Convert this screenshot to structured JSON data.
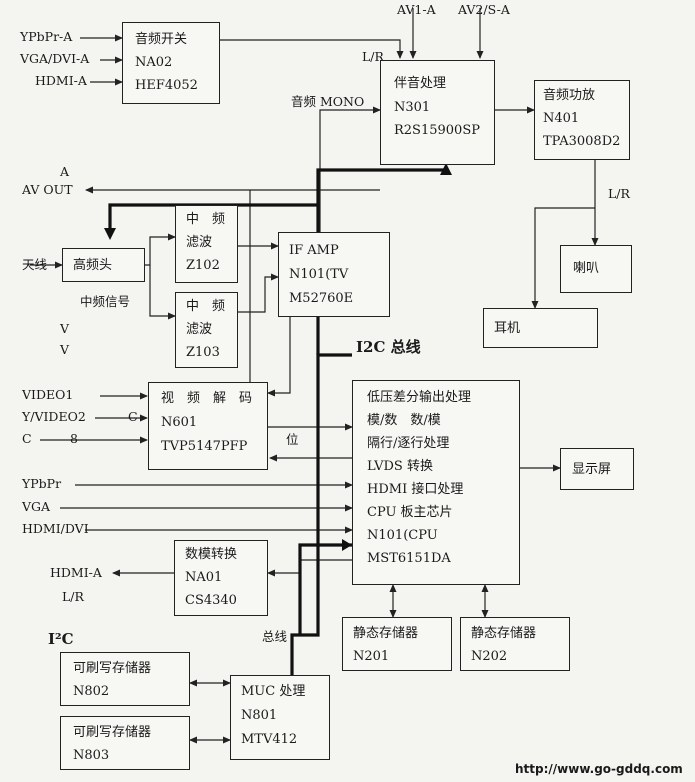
{
  "blocks": {
    "audio_switch": {
      "lines": [
        "音频开关",
        "NA02",
        "HEF4052"
      ]
    },
    "audio_proc": {
      "lines": [
        "伴音处理",
        "N301",
        "R2S15900SP"
      ]
    },
    "audio_amp": {
      "lines": [
        "音频功放",
        "N401",
        "TPA3008D2"
      ]
    },
    "tuner": {
      "lines": [
        "高频头"
      ]
    },
    "filter1": {
      "lines": [
        "中　频",
        "滤波",
        "Z102"
      ]
    },
    "filter2": {
      "lines": [
        "中　频",
        "滤波",
        "Z103"
      ]
    },
    "if_amp": {
      "lines": [
        "IF AMP",
        "N101(TV",
        "M52760E"
      ]
    },
    "speaker": {
      "lines": [
        "喇叭"
      ]
    },
    "earphone": {
      "lines": [
        "耳机"
      ]
    },
    "video_decoder": {
      "lines": [
        "视　频　解　码",
        "N601",
        "TVP5147PFP"
      ]
    },
    "main_chip": {
      "lines": [
        "低压差分输出处理",
        "模/数　数/模",
        "隔行/逐行处理",
        "LVDS 转换",
        "HDMI 接口处理",
        "CPU 板主芯片",
        "N101(CPU",
        "MST6151DA"
      ]
    },
    "display": {
      "lines": [
        "显示屏"
      ]
    },
    "dac": {
      "lines": [
        "数模转换",
        "NA01",
        "CS4340"
      ]
    },
    "sram1": {
      "lines": [
        "静态存储器",
        "N201"
      ]
    },
    "sram2": {
      "lines": [
        "静态存储器",
        "N202"
      ]
    },
    "eeprom1": {
      "lines": [
        "可刷写存储器",
        "N802"
      ]
    },
    "eeprom2": {
      "lines": [
        "可刷写存储器",
        "N803"
      ]
    },
    "mcu": {
      "lines": [
        "MUC 处理",
        "N801",
        "MTV412"
      ]
    }
  },
  "labels": {
    "ypbpr_a": "YPbPr-A",
    "vga_dvi_a": "VGA/DVI-A",
    "hdmi_a_in": "HDMI-A",
    "av1_a": "AV1-A",
    "av2_s_a": "AV2/S-A",
    "lr_top": "L/R",
    "audio_mono": "音频 MONO",
    "lr_amp": "L/R",
    "a_out": "A",
    "av_out": "AV OUT",
    "antenna": "天线",
    "if_signal": "中频信号",
    "v1": "V",
    "v2": "V",
    "i2c_bus": "I2C 总线",
    "video1": "VIDEO1",
    "y_video2": "Y/VIDEO2",
    "c_in": "C",
    "c_mark": "C",
    "c_num": "8",
    "wei": "位",
    "ypbpr": "YPbPr",
    "vga": "VGA",
    "hdmi_dvi": "HDMI/DVI",
    "hdmi_a_out": "HDMI-A",
    "lr_out": "L/R",
    "i2c_left": "I²C",
    "bus": "总线",
    "watermark": "http://www.go-gddq.com"
  }
}
